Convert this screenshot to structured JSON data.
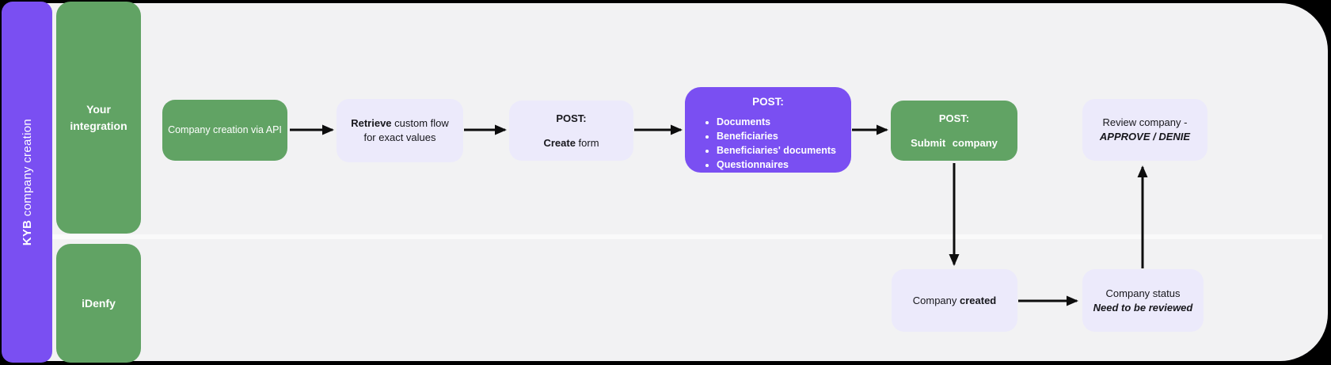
{
  "sidebar": {
    "title_bold": "KYB",
    "title_rest": " company creation"
  },
  "lanes": [
    {
      "label": "Your integration"
    },
    {
      "label": "iDenfy"
    }
  ],
  "nodes": {
    "company_creation": {
      "text": "Company creation via API"
    },
    "retrieve_flow": {
      "bold": "Retrieve",
      "rest": " custom flow for exact values"
    },
    "create_form": {
      "title": "POST:",
      "bold": "Create",
      "rest": " form"
    },
    "post_bundle": {
      "title": "POST:",
      "bullets": [
        "Documents",
        "Beneficiaries",
        "Beneficiaries' documents",
        "Questionnaires"
      ]
    },
    "submit_company": {
      "title": "POST:",
      "text": "Submit company"
    },
    "review_company": {
      "line1": "Review company -",
      "line2": "APPROVE / DENIE"
    },
    "company_created": {
      "rest": "Company ",
      "bold": "created"
    },
    "company_status": {
      "rest": "Company status ",
      "bold_italic": "Need to be reviewed"
    }
  },
  "colors": {
    "sidebar_purple": "#7a4ff2",
    "lane_green": "#61a364",
    "node_lavender": "#eceafb",
    "node_purple": "#7a4ff2",
    "canvas_gray": "#f2f2f3",
    "arrow_black": "#0d0d0d",
    "divider_white": "#fafafa"
  }
}
